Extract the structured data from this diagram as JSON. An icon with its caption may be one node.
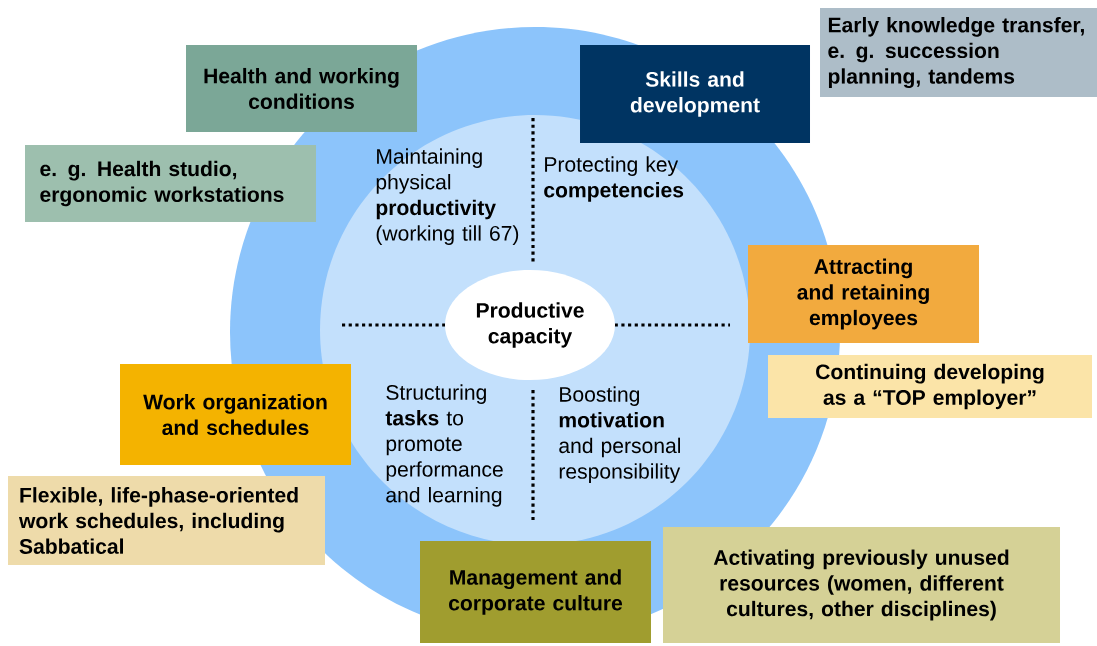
{
  "diagram": {
    "nodes": [
      {
        "text": [
          "Health and working conditions"
        ]
      },
      {
        "text": [
          "Skills and development"
        ]
      },
      {
        "text": [
          "Early knowledge transfer, e. g. succession planning, tandems"
        ]
      },
      {
        "text": [
          "e. g. Health studio, ergonomic workstations"
        ]
      },
      {
        "text": [
          "Attracting and retaining employees"
        ]
      },
      {
        "text": [
          "Productive capacity"
        ]
      },
      {
        "text": [
          "Continuing developing as a “TOP employer”"
        ]
      },
      {
        "text": [
          "Work organization and schedules"
        ]
      },
      {
        "text": [
          "Flexible, life-phase-oriented work schedules, including Sabbatical"
        ]
      },
      {
        "text": [
          "Activating previously unused resources (women, different cultures, other disciplines)"
        ]
      },
      {
        "text": [
          "Management and corporate culture"
        ]
      }
    ],
    "labels": [
      "Maintaining physical **productivity** (working till 67)",
      "Protecting key **competencies**",
      "Structuring **tasks** to promote performance and learning",
      "Boosting **motivation** and personal responsibility"
    ]
  }
}
